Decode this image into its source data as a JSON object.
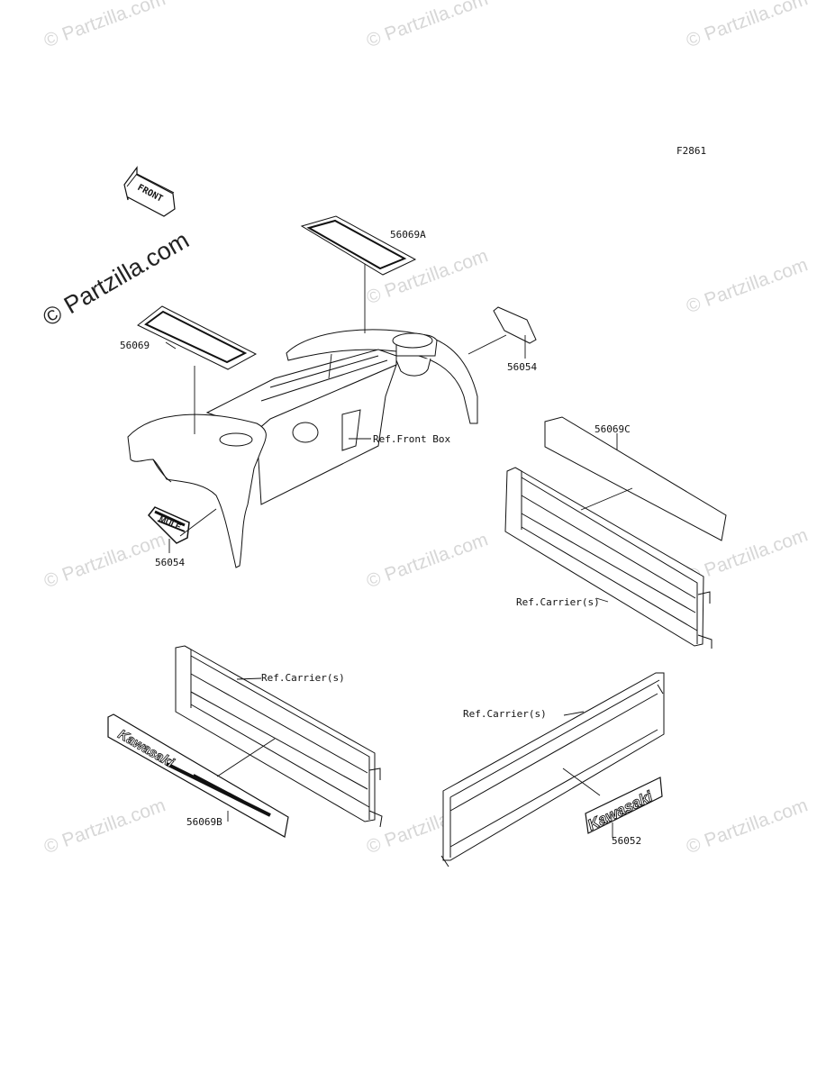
{
  "diagram": {
    "figure_code": "F2861",
    "front_arrow_label": "FRONT",
    "brand_watermark": "© Partzilla.com",
    "watermark_text": "© Partzilla.com",
    "part_labels": {
      "p56069A": "56069A",
      "p56069": "56069",
      "p56054_top": "56054",
      "p56054_left": "56054",
      "p56069C": "56069C",
      "p56069B": "56069B",
      "p56052": "56052"
    },
    "ref_labels": {
      "front_box": "Ref.Front Box",
      "carrier_right": "Ref.Carrier(s)",
      "carrier_left": "Ref.Carrier(s)",
      "carrier_bottom": "Ref.Carrier(s)"
    },
    "decal_text": {
      "kawasaki_b": "Kawasaki",
      "kawasaki_52": "Kawasaki",
      "mule_badge": "MULE"
    }
  }
}
